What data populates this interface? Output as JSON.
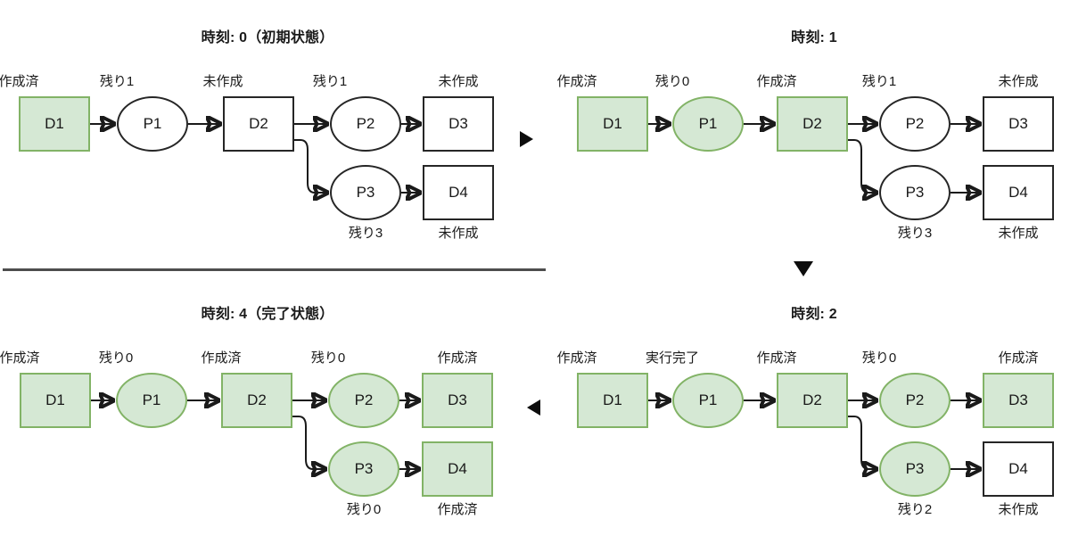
{
  "diagram": {
    "title_prefix": "時刻",
    "node_ids": {
      "d1": "D1",
      "p1": "P1",
      "d2": "D2",
      "p2": "P2",
      "d3": "D3",
      "p3": "P3",
      "d4": "D4"
    },
    "colors": {
      "done_fill": "#d5e8d4",
      "done_border": "#82b366",
      "pending_fill": "#ffffff",
      "pending_border": "#262626",
      "text": "#1a1a1a",
      "divider": "#4d4d4d",
      "arrow": "#0d0d0d"
    },
    "status_labels": {
      "created": "作成済",
      "not_created": "未作成",
      "finished": "実行完了",
      "remaining_0": "残り0",
      "remaining_1": "残り1",
      "remaining_2": "残り2",
      "remaining_3": "残り3"
    }
  },
  "panels": [
    {
      "id": "t0",
      "title": "時刻: 0（初期状態）",
      "nodes": {
        "d1": {
          "label": "D1",
          "caption": "作成済",
          "state": "done"
        },
        "p1": {
          "label": "P1",
          "caption": "残り1",
          "state": "pending"
        },
        "d2": {
          "label": "D2",
          "caption": "未作成",
          "state": "pending"
        },
        "p2": {
          "label": "P2",
          "caption": "残り1",
          "state": "pending"
        },
        "d3": {
          "label": "D3",
          "caption": "未作成",
          "state": "pending"
        },
        "p3": {
          "label": "P3",
          "caption": "残り3",
          "state": "pending"
        },
        "d4": {
          "label": "D4",
          "caption": "未作成",
          "state": "pending"
        }
      }
    },
    {
      "id": "t1",
      "title": "時刻: 1",
      "nodes": {
        "d1": {
          "label": "D1",
          "caption": "作成済",
          "state": "done"
        },
        "p1": {
          "label": "P1",
          "caption": "残り0",
          "state": "done"
        },
        "d2": {
          "label": "D2",
          "caption": "作成済",
          "state": "done"
        },
        "p2": {
          "label": "P2",
          "caption": "残り1",
          "state": "pending"
        },
        "d3": {
          "label": "D3",
          "caption": "未作成",
          "state": "pending"
        },
        "p3": {
          "label": "P3",
          "caption": "残り3",
          "state": "pending"
        },
        "d4": {
          "label": "D4",
          "caption": "未作成",
          "state": "pending"
        }
      }
    },
    {
      "id": "t2",
      "title": "時刻: 2",
      "nodes": {
        "d1": {
          "label": "D1",
          "caption": "作成済",
          "state": "done"
        },
        "p1": {
          "label": "P1",
          "caption": "実行完了",
          "state": "done"
        },
        "d2": {
          "label": "D2",
          "caption": "作成済",
          "state": "done"
        },
        "p2": {
          "label": "P2",
          "caption": "残り0",
          "state": "done"
        },
        "d3": {
          "label": "D3",
          "caption": "作成済",
          "state": "done"
        },
        "p3": {
          "label": "P3",
          "caption": "残り2",
          "state": "done"
        },
        "d4": {
          "label": "D4",
          "caption": "未作成",
          "state": "pending"
        }
      }
    },
    {
      "id": "t4",
      "title": "時刻: 4（完了状態）",
      "nodes": {
        "d1": {
          "label": "D1",
          "caption": "作成済",
          "state": "done"
        },
        "p1": {
          "label": "P1",
          "caption": "残り0",
          "state": "done"
        },
        "d2": {
          "label": "D2",
          "caption": "作成済",
          "state": "done"
        },
        "p2": {
          "label": "P2",
          "caption": "残り0",
          "state": "done"
        },
        "d3": {
          "label": "D3",
          "caption": "作成済",
          "state": "done"
        },
        "p3": {
          "label": "P3",
          "caption": "残り0",
          "state": "done"
        },
        "d4": {
          "label": "D4",
          "caption": "作成済",
          "state": "done"
        }
      }
    }
  ],
  "flow_arrows": [
    {
      "name": "flow-arrow-t0-to-t1",
      "direction": "right"
    },
    {
      "name": "flow-arrow-t1-to-t2",
      "direction": "down"
    },
    {
      "name": "flow-arrow-t2-to-t4",
      "direction": "left"
    }
  ]
}
